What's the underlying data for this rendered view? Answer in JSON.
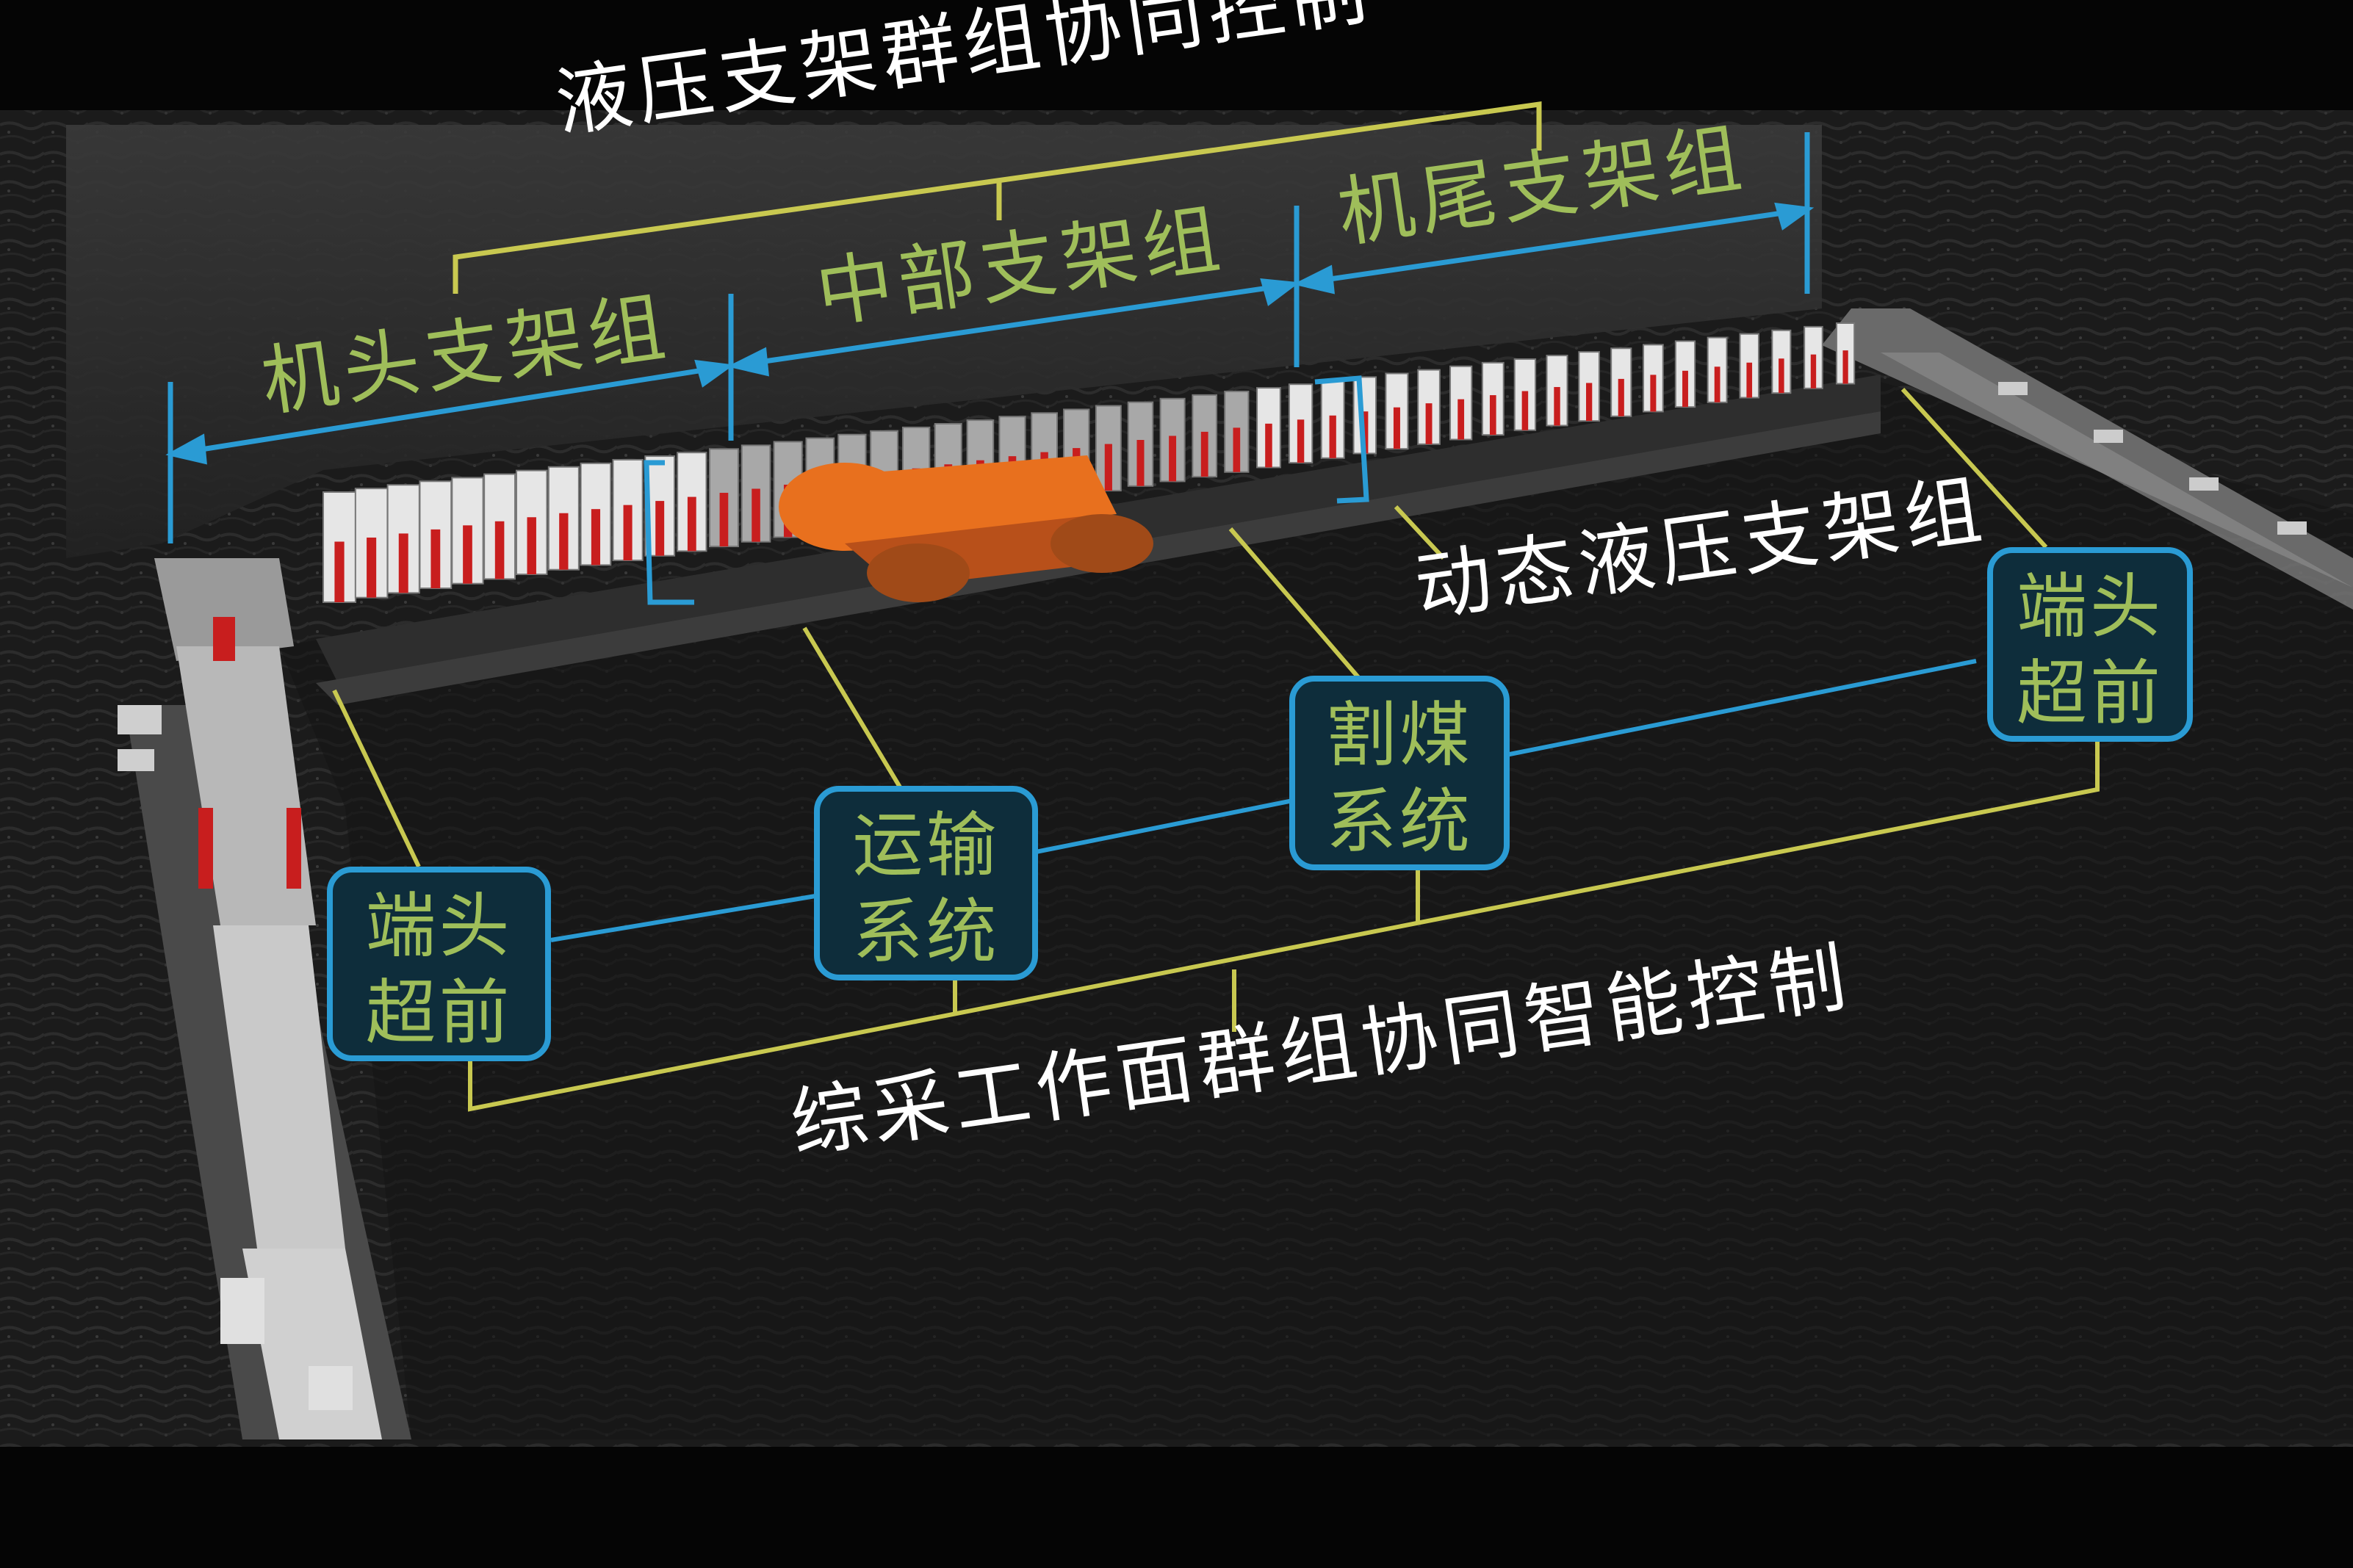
{
  "title_top": "液压支架群组协同控制",
  "groups": {
    "head": "机头支架组",
    "middle": "中部支架组",
    "tail": "机尾支架组"
  },
  "dynamic_label": "动态液压支架组",
  "boxes": {
    "end_left": [
      "端头",
      "超前"
    ],
    "transport": [
      "运输",
      "系统"
    ],
    "cutting": [
      "割煤",
      "系统"
    ],
    "end_right": [
      "端头",
      "超前"
    ]
  },
  "title_bottom": "综采工作面群组协同智能控制",
  "colors": {
    "background": "#1e1e1e",
    "cyan_line": "#2a9bd4",
    "yellow_line": "#c8c850",
    "green_text": "#9fbe5a",
    "support_red": "#c81e1e",
    "shearer_orange": "#e8701e"
  }
}
